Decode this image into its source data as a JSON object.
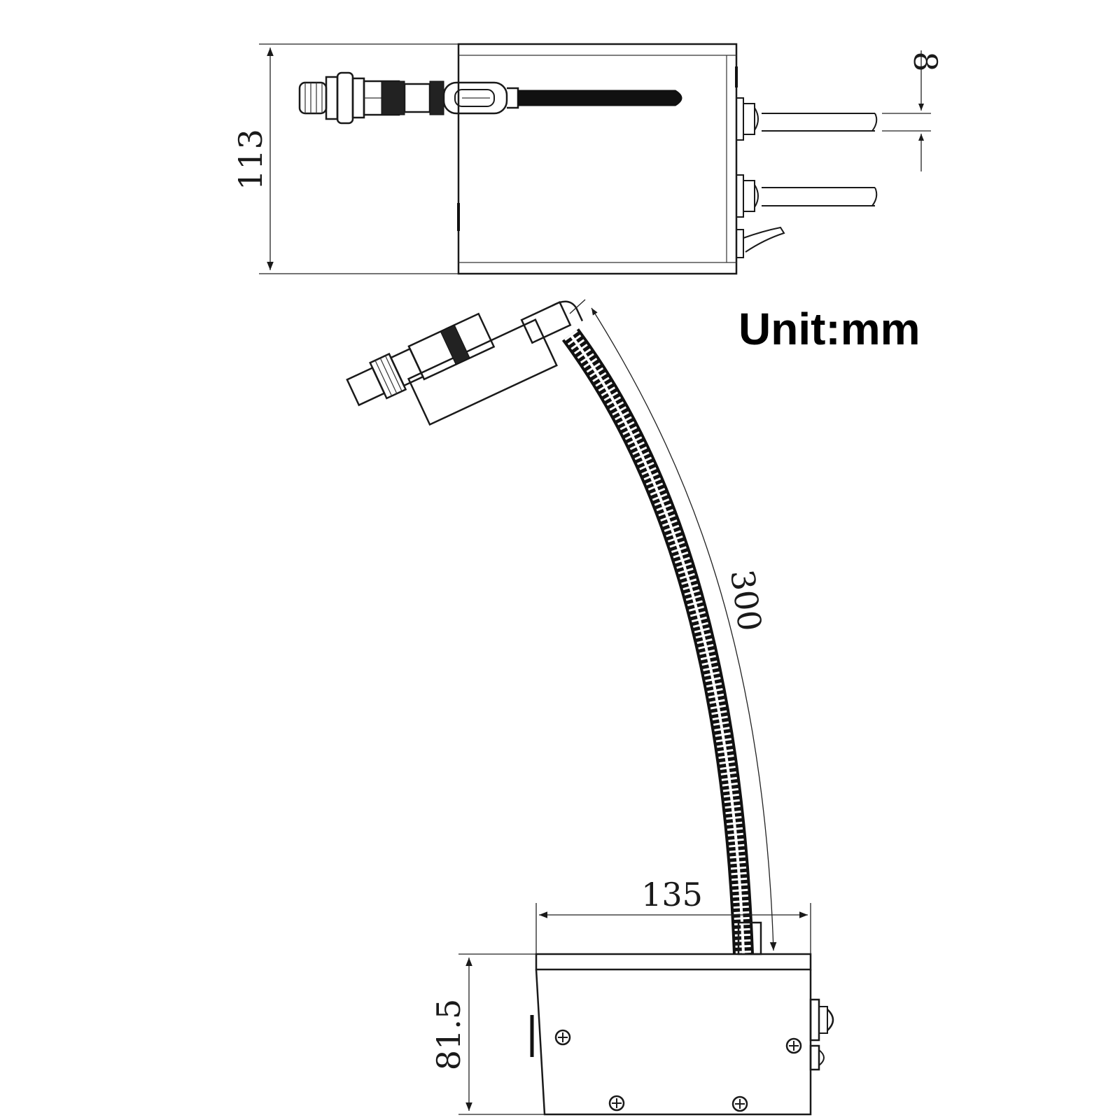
{
  "unit_label": "Unit:mm",
  "dimensions": {
    "height_top": "113",
    "cable_dia": "8",
    "hose_length": "300",
    "width_base": "135",
    "height_base": "81.5"
  },
  "colors": {
    "line": "#1a1a1a",
    "fill": "#ffffff",
    "dark": "#111111"
  }
}
